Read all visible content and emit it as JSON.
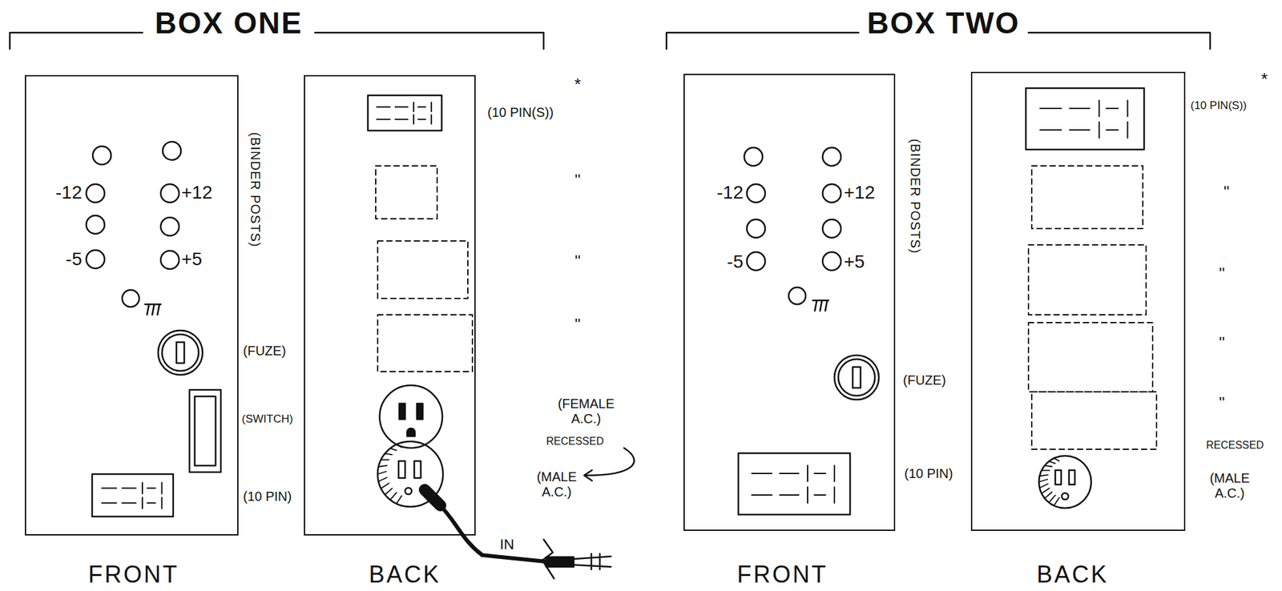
{
  "diagram": {
    "nodes": [
      {
        "text": [
          "-12",
          "+12",
          "-5",
          "+5",
          "FRONT"
        ]
      },
      {
        "text": [
          "BACK"
        ]
      },
      {
        "text": [
          "-12",
          "+12",
          "-5",
          "+5",
          "FRONT"
        ]
      },
      {
        "text": [
          "BACK"
        ]
      }
    ],
    "labels": [
      "BOX ONE",
      "BOX TWO",
      "(BINDER POSTS)",
      "(FUZE)",
      "(SWITCH)",
      "(10 PIN)",
      "(10 PIN(S))",
      "*",
      "''",
      "''",
      "''",
      "(FEMALE A.C.)",
      "RECESSED",
      "(MALE A.C.)",
      "IN",
      "(BINDER POSTS)",
      "(FUZE)",
      "(10 PIN)",
      "(10 PIN(S))",
      "*",
      "''",
      "''",
      "''",
      "''",
      "RECESSED",
      "(MALE A.C.)"
    ]
  }
}
